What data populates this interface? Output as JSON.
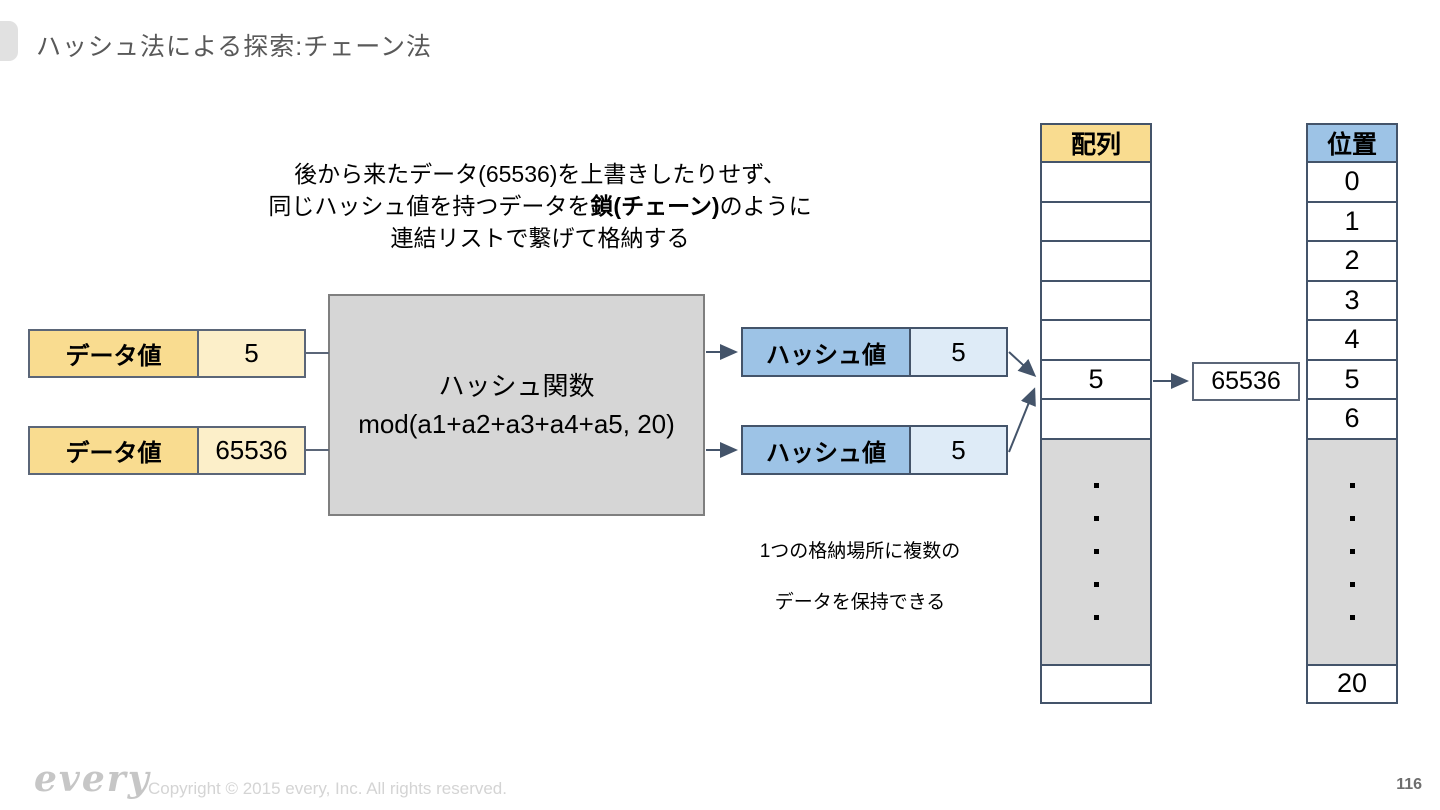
{
  "slide": {
    "title": "ハッシュ法による探索:チェーン法",
    "page_number": "116"
  },
  "explanation": {
    "line1": "後から来たデータ(65536)を上書きしたりせず、",
    "line2_pre": "同じハッシュ値を持つデータを",
    "line2_bold": "鎖(チェーン)",
    "line2_post": "のように",
    "line3": "連結リストで繋げて格納する"
  },
  "data_boxes": [
    {
      "label": "データ値",
      "value": "5"
    },
    {
      "label": "データ値",
      "value": "65536"
    }
  ],
  "hash_function": {
    "line1": "ハッシュ関数",
    "line2": "mod(a1+a2+a3+a4+a5, 20)"
  },
  "hash_boxes": [
    {
      "label": "ハッシュ値",
      "value": "5"
    },
    {
      "label": "ハッシュ値",
      "value": "5"
    }
  ],
  "array_column": {
    "header": "配列",
    "cells": [
      "",
      "",
      "",
      "",
      "",
      "5",
      ""
    ],
    "last_cell": ""
  },
  "position_column": {
    "header": "位置",
    "cells": [
      "0",
      "1",
      "2",
      "3",
      "4",
      "5",
      "6"
    ],
    "last_cell": "20"
  },
  "chain_box": {
    "value": "65536"
  },
  "note": {
    "line1": "1つの格納場所に複数の",
    "line2": "データを保持できる"
  },
  "footer": {
    "logo": "every",
    "copyright": "Copyright © 2015 every, Inc. All rights reserved."
  },
  "colors": {
    "header_yellow": "#f9dc90",
    "light_yellow": "#fcefc9",
    "header_blue": "#9dc3e6",
    "light_blue": "#deebf7",
    "function_gray": "#d6d6d6",
    "dots_gray": "#d9d9d9",
    "border_dark": "#44546a",
    "title_gray": "#595959"
  }
}
